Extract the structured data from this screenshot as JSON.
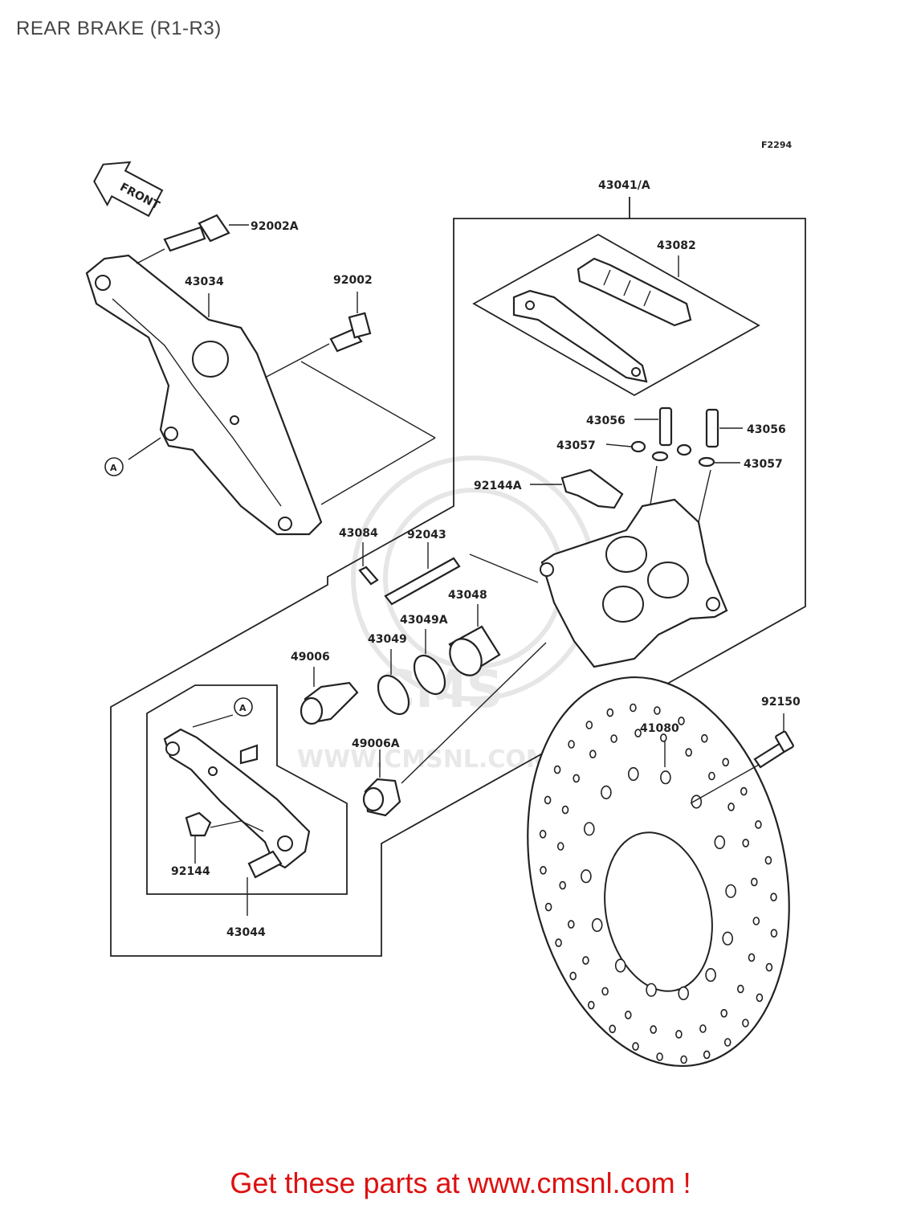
{
  "title": "REAR BRAKE (R1-R3)",
  "figure_code": "F2294",
  "front_marker": "FRONT",
  "ref_marker": "A",
  "watermark": {
    "brand": "CMS",
    "url": "WWW.CMSNL.COM"
  },
  "parts": {
    "p92002A": "92002A",
    "p43034": "43034",
    "p92002": "92002",
    "p43041A": "43041/A",
    "p43082": "43082",
    "p43056_left": "43056",
    "p43056_right": "43056",
    "p43057_left": "43057",
    "p43057_right": "43057",
    "p92144A": "92144A",
    "p43084": "43084",
    "p92043": "92043",
    "p43048": "43048",
    "p43049A": "43049A",
    "p43049": "43049",
    "p49006": "49006",
    "p49006A": "49006A",
    "p92150": "92150",
    "p41080": "41080",
    "p92144": "92144",
    "p43044": "43044"
  },
  "cta": "Get these parts at www.cmsnl.com !",
  "colors": {
    "cta": "#dd1111",
    "line": "#222222",
    "watermark": "#e6e6e6"
  }
}
